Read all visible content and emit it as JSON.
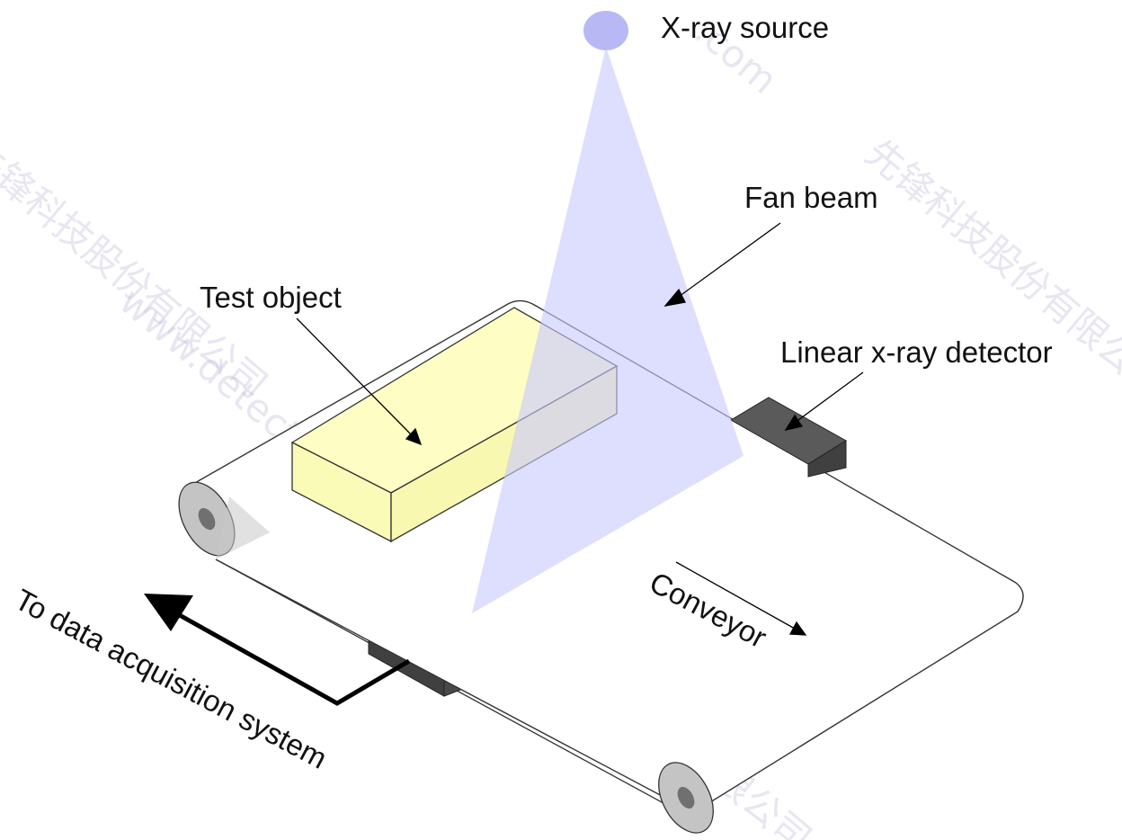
{
  "labels": {
    "xray_source": "X-ray source",
    "fan_beam": "Fan beam",
    "test_object": "Test object",
    "linear_detector": "Linear x-ray detector",
    "conveyor": "Conveyor",
    "data_acquisition": "To data acquisition system"
  },
  "watermark": {
    "site": "www.detectorteo.com",
    "site_short": ".com",
    "company": "先锋科技股份有限公司"
  },
  "colors": {
    "beam": "#dcdcff",
    "source": "#b8b8f4",
    "test_object": "#fdfdc4",
    "detector_top": "#5a5a5a",
    "detector_side": "#404040",
    "roller": "#c4c4c4",
    "arrow": "#000000"
  }
}
